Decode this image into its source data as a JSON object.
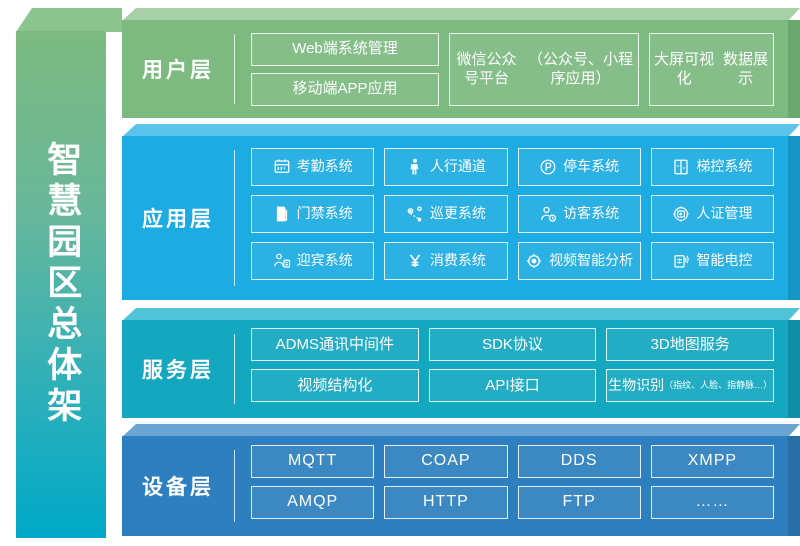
{
  "banner": {
    "title": "智慧园区总体架",
    "gradient_top": "#7cba80",
    "gradient_bottom": "#00a9c8"
  },
  "layers": [
    {
      "id": "user",
      "label": "用户层",
      "color": "#7cba80",
      "stack": [
        {
          "label": "Web端系统管理"
        },
        {
          "label": "移动端APP应用"
        }
      ],
      "wide": [
        {
          "label": "微信公众号平台\n（公众号、小程序应用）"
        },
        {
          "label": "大屏可视化\n数据展示"
        }
      ]
    },
    {
      "id": "app",
      "label": "应用层",
      "color": "#1cace3",
      "rows": [
        [
          {
            "label": "考勤系统",
            "icon": "attendance-icon"
          },
          {
            "label": "人行通道",
            "icon": "pedestrian-icon"
          },
          {
            "label": "停车系统",
            "icon": "parking-icon"
          },
          {
            "label": "梯控系统",
            "icon": "elevator-icon"
          }
        ],
        [
          {
            "label": "门禁系统",
            "icon": "door-access-icon"
          },
          {
            "label": "巡更系统",
            "icon": "patrol-route-icon"
          },
          {
            "label": "访客系统",
            "icon": "visitor-clock-icon"
          },
          {
            "label": "人证管理",
            "icon": "id-verify-icon"
          }
        ],
        [
          {
            "label": "迎宾系统",
            "icon": "greeting-icon"
          },
          {
            "label": "消费系统",
            "icon": "yuan-icon"
          },
          {
            "label": "视频智能分析",
            "icon": "camera-lens-icon"
          },
          {
            "label": "智能电控",
            "icon": "smart-power-icon"
          }
        ]
      ]
    },
    {
      "id": "service",
      "label": "服务层",
      "color": "#13a7c0",
      "rows": [
        [
          {
            "label": "ADMS通讯中间件"
          },
          {
            "label": "SDK协议"
          },
          {
            "label": "3D地图服务"
          }
        ],
        [
          {
            "label": "视频结构化"
          },
          {
            "label": "API接口"
          },
          {
            "label": "生物识别",
            "suffix": "（指纹、人脸、指静脉…）"
          }
        ]
      ]
    },
    {
      "id": "device",
      "label": "设备层",
      "color": "#2e7fbf",
      "rows": [
        [
          {
            "label": "MQTT"
          },
          {
            "label": "COAP"
          },
          {
            "label": "DDS"
          },
          {
            "label": "XMPP"
          }
        ],
        [
          {
            "label": "AMQP"
          },
          {
            "label": "HTTP"
          },
          {
            "label": "FTP"
          },
          {
            "label": "……"
          }
        ]
      ]
    }
  ]
}
